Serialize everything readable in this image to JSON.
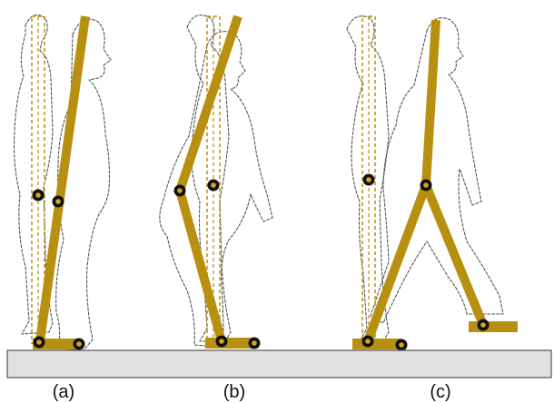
{
  "labels": {
    "a": "(a)",
    "b": "(b)",
    "c": "(c)"
  },
  "colors": {
    "leg": "#B8900F",
    "leg_dashed": "#B8900F",
    "joint_outer": "#111111",
    "joint_inner": "#D9A520",
    "ground_fill": "#E0E0E0",
    "ground_stroke": "#555555",
    "outline": "#555555"
  }
}
